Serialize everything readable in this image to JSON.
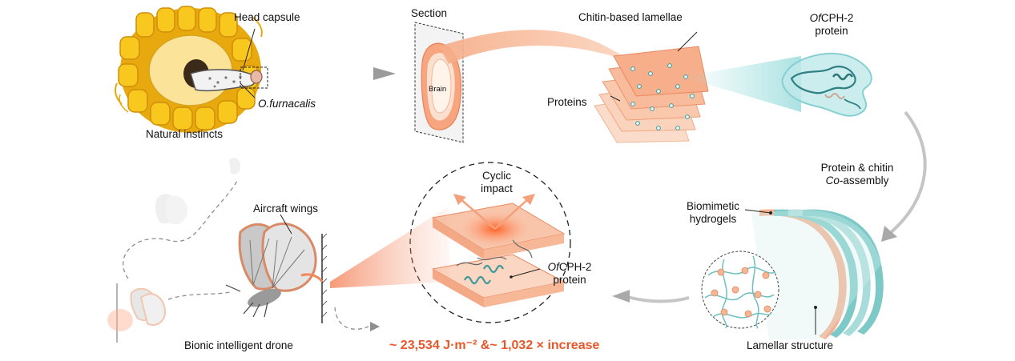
{
  "panels": {
    "natural": {
      "caption": "Natural instincts",
      "head_capsule": "Head capsule",
      "species": "O.furnacalis"
    },
    "section": {
      "title": "Section",
      "brain": "Brain"
    },
    "lamellae": {
      "chitin": "Chitin-based lamellae",
      "proteins": "Proteins"
    },
    "protein": {
      "name_italic": "Of",
      "name_rest": "CPH-2",
      "line2": "protein"
    },
    "assembly": {
      "line1": "Protein & chitin",
      "line2_italic": "Co",
      "line2_rest": "-assembly"
    },
    "hydrogel": {
      "line1": "Biomimetic",
      "line2": "hydrogels",
      "caption": "Lamellar structure"
    },
    "impact": {
      "line1": "Cyclic",
      "line2": "impact",
      "protein_italic": "Of",
      "protein_rest": "CPH-2",
      "protein_line2": "protein"
    },
    "drone": {
      "wings": "Aircraft wings",
      "caption": "Bionic intelligent drone"
    },
    "result": {
      "text": "~ 23,534 J·m⁻² &~ 1,032 × increase"
    }
  },
  "colors": {
    "accent": "#e8572a",
    "peach": "#f4b08f",
    "peach_light": "#fbd9c5",
    "teal": "#7cc9c7",
    "teal_dark": "#3f9a9b",
    "corn": "#f7c21d",
    "grey_arrow": "#a9a9a9"
  }
}
